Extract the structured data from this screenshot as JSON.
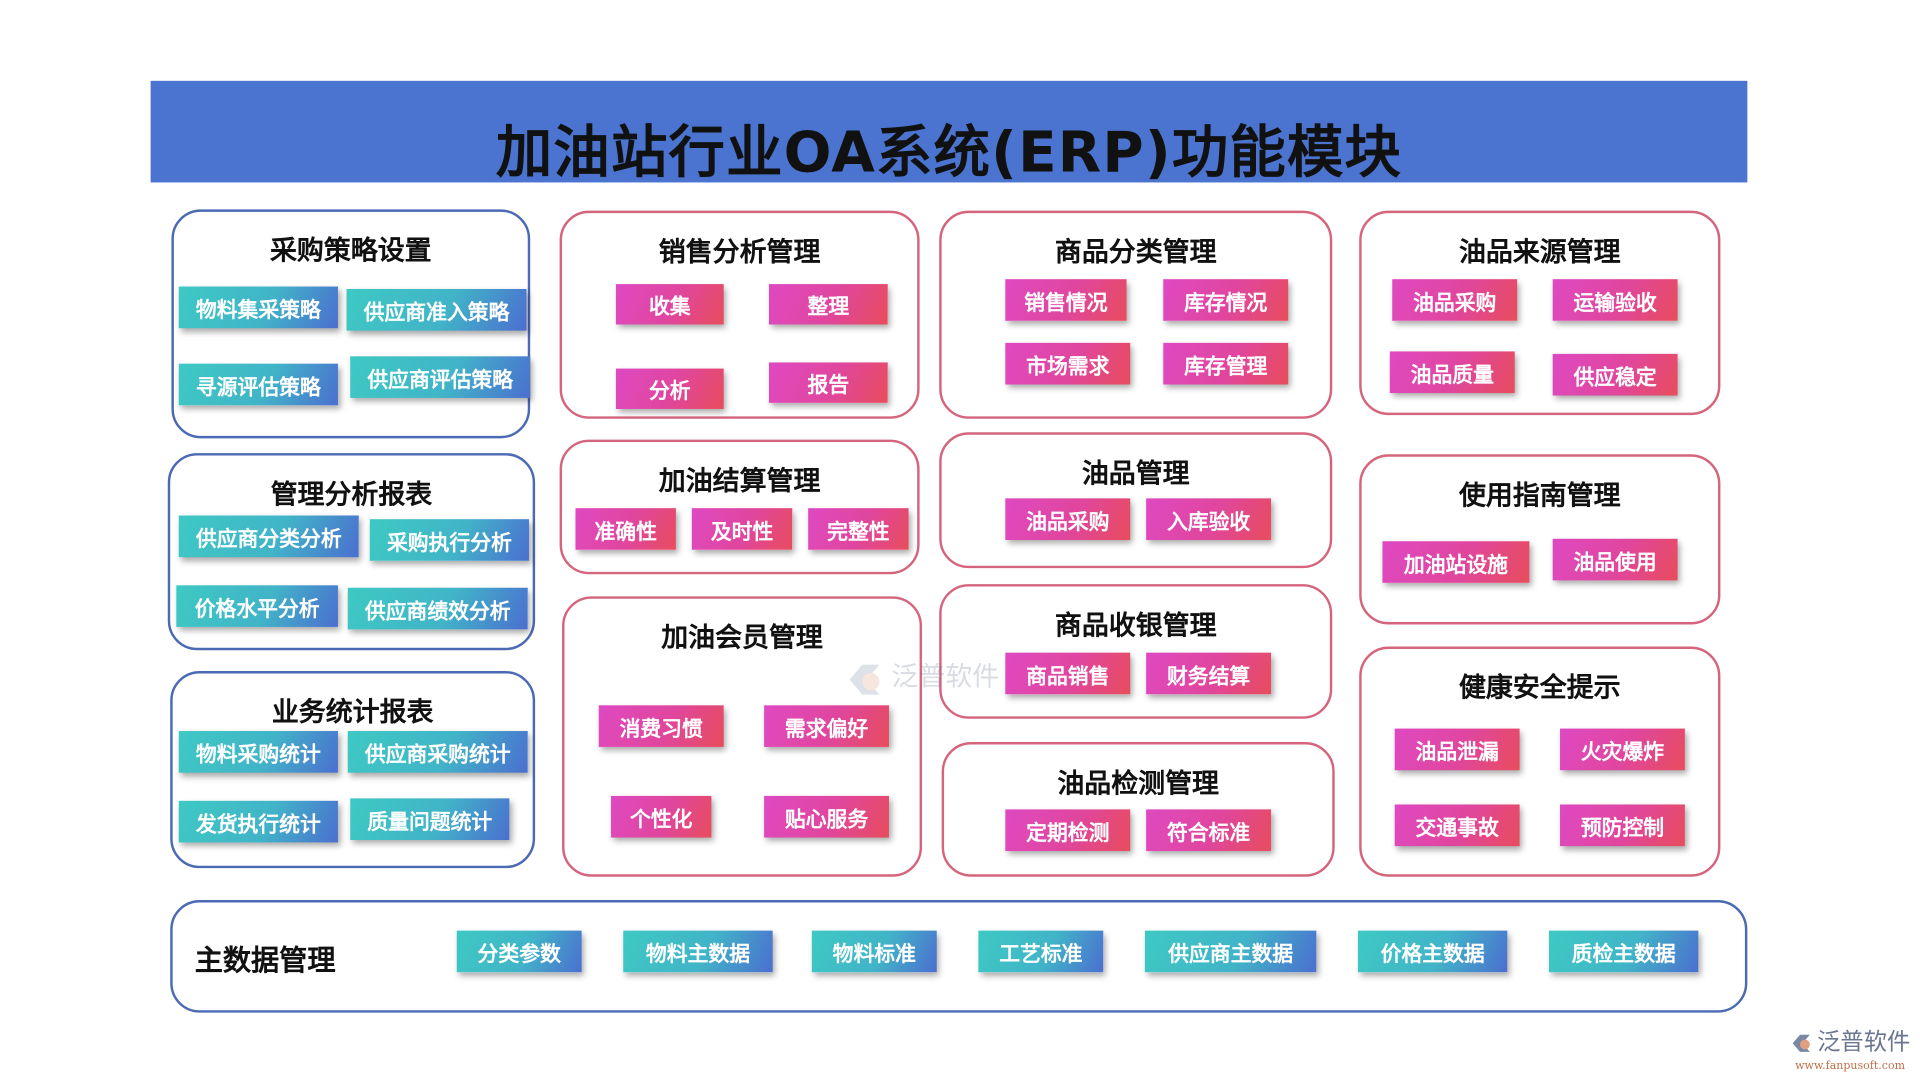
{
  "header": {
    "title": "加油站行业OA系统(ERP)功能模块",
    "color": "#4a74cf"
  },
  "panels": [
    {
      "title": "采购策略设置",
      "style": "blue",
      "items": [
        "物料集采策略",
        "供应商准入策略",
        "寻源评估策略",
        "供应商评估策略"
      ]
    },
    {
      "title": "管理分析报表",
      "style": "blue",
      "items": [
        "供应商分类分析",
        "采购执行分析",
        "价格水平分析",
        "供应商绩效分析"
      ]
    },
    {
      "title": "业务统计报表",
      "style": "blue",
      "items": [
        "物料采购统计",
        "供应商采购统计",
        "发货执行统计",
        "质量问题统计"
      ]
    },
    {
      "title": "销售分析管理",
      "style": "pink",
      "items": [
        "收集",
        "整理",
        "分析",
        "报告"
      ]
    },
    {
      "title": "加油结算管理",
      "style": "pink",
      "items": [
        "准确性",
        "及时性",
        "完整性"
      ]
    },
    {
      "title": "加油会员管理",
      "style": "pink",
      "items": [
        "消费习惯",
        "需求偏好",
        "个性化",
        "贴心服务"
      ]
    },
    {
      "title": "商品分类管理",
      "style": "pink",
      "items": [
        "销售情况",
        "库存情况",
        "市场需求",
        "库存管理"
      ]
    },
    {
      "title": "油品管理",
      "style": "pink",
      "items": [
        "油品采购",
        "入库验收"
      ]
    },
    {
      "title": "商品收银管理",
      "style": "pink",
      "items": [
        "商品销售",
        "财务结算"
      ]
    },
    {
      "title": "油品检测管理",
      "style": "pink",
      "items": [
        "定期检测",
        "符合标准"
      ]
    },
    {
      "title": "油品来源管理",
      "style": "pink",
      "items": [
        "油品采购",
        "运输验收",
        "油品质量",
        "供应稳定"
      ]
    },
    {
      "title": "使用指南管理",
      "style": "pink",
      "items": [
        "加油站设施",
        "油品使用"
      ]
    },
    {
      "title": "健康安全提示",
      "style": "pink",
      "items": [
        "油品泄漏",
        "火灾爆炸",
        "交通事故",
        "预防控制"
      ]
    }
  ],
  "master": {
    "title": "主数据管理",
    "items": [
      "分类参数",
      "物料主数据",
      "物料标准",
      "工艺标准",
      "供应商主数据",
      "价格主数据",
      "质检主数据"
    ]
  },
  "colors": {
    "teal_button": "#3ec9c3",
    "pink_button": "#df49c2",
    "blue_border": "#4a6ab3",
    "pink_border": "#d4657c"
  },
  "logo": {
    "name": "泛普软件",
    "url": "www.fanpusoft.com"
  },
  "watermark": {
    "text": "泛普软件"
  }
}
